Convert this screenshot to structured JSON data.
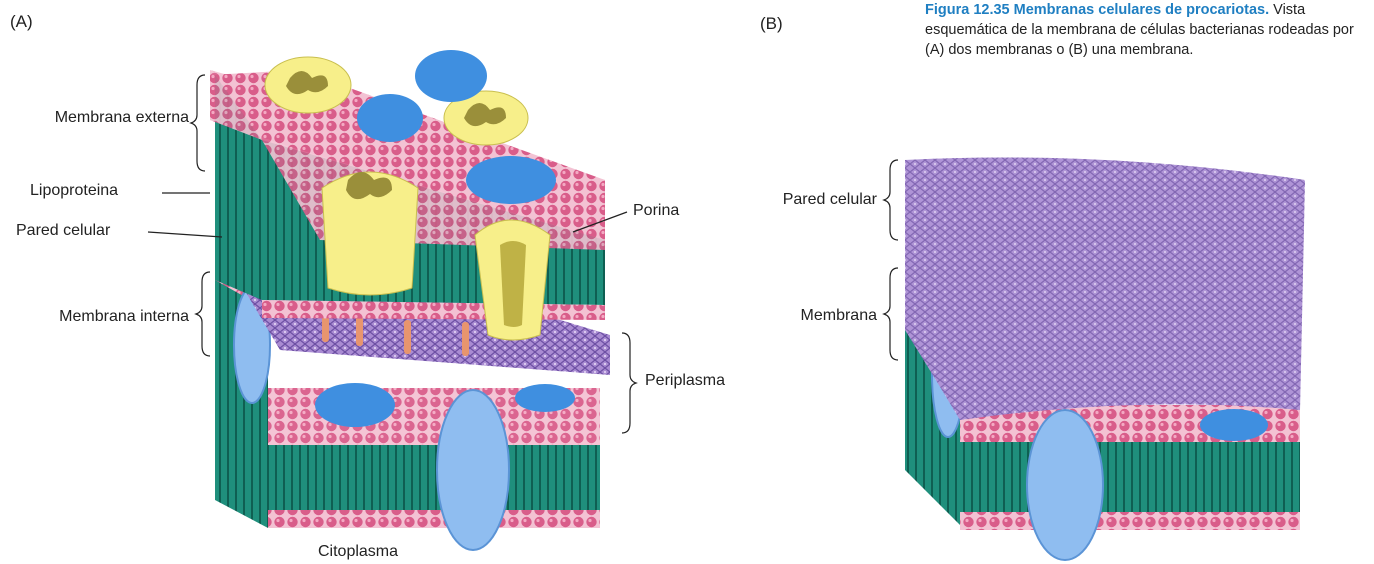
{
  "colors": {
    "head": "#d95d8a",
    "head_light": "#ef9ab8",
    "tail": "#1f8f7c",
    "tail_dark": "#166e60",
    "protein_blue": "#3f8fe0",
    "protein_blue_light": "#9cc7f3",
    "porin_yellow": "#f7ef8a",
    "porin_olive": "#9a8f3a",
    "wall_purple": "#9a7cc6",
    "wall_purple_light": "#c2aee3",
    "lipoprotein": "#e8956e",
    "caption_blue": "#1f7fc2"
  },
  "panelA": {
    "tag": "(A)",
    "labels": {
      "outer_membrane": "Membrana externa",
      "lipoprotein": "Lipoproteina",
      "cell_wall": "Pared celular",
      "inner_membrane": "Membrana interna",
      "porin": "Porina",
      "periplasm": "Periplasma",
      "cytoplasm": "Citoplasma"
    }
  },
  "panelB": {
    "tag": "(B)",
    "labels": {
      "cell_wall": "Pared celular",
      "membrane": "Membrana"
    }
  },
  "caption": {
    "title": "Figura 12.35 Membranas celulares de procariotas.",
    "body": "Vista esquemática de la membrana de células bacterianas rodeadas por (A) dos membranas o (B) una membrana."
  }
}
